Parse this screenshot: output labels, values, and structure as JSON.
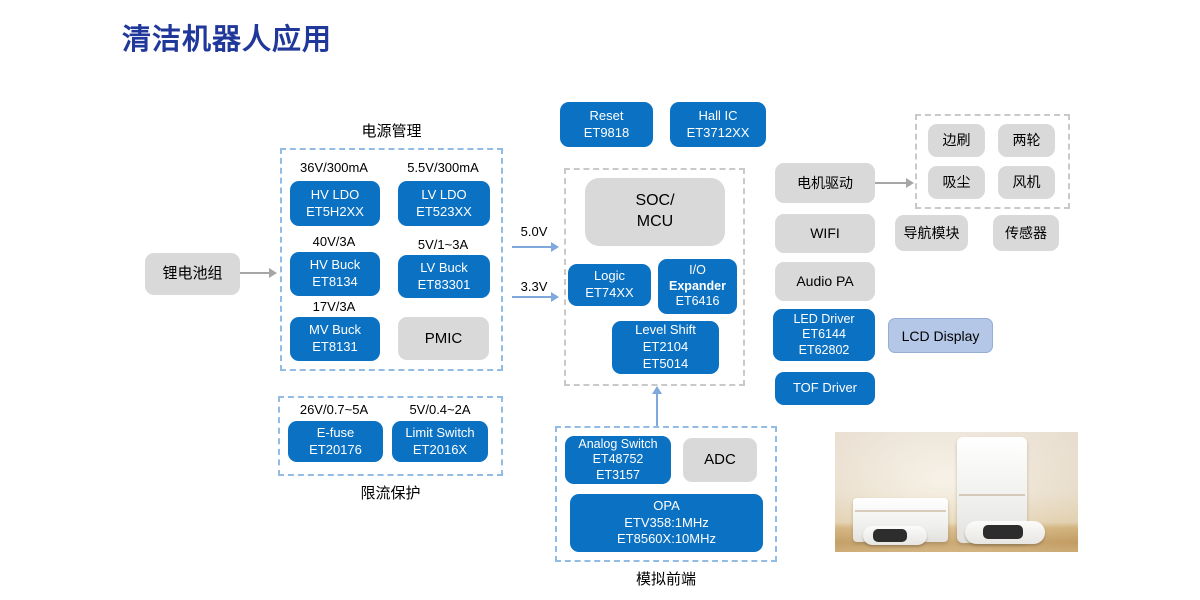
{
  "title": "清洁机器人应用",
  "colors": {
    "chip_blue": "#0B71C2",
    "box_gray": "#D9D9D9",
    "lcd_fill": "#B4C7E7",
    "title_blue": "#21389B",
    "dashed_blue": "#92BCE4",
    "dashed_gray": "#C9C9C9",
    "arrow_gray": "#A6A6A6",
    "arrow_blue": "#7FA8DC"
  },
  "battery": {
    "label": "锂电池组"
  },
  "power_management": {
    "section_label": "电源管理",
    "hv_ldo": {
      "note": "36V/300mA",
      "line1": "HV LDO",
      "line2": "ET5H2XX"
    },
    "lv_ldo": {
      "note": "5.5V/300mA",
      "line1": "LV LDO",
      "line2": "ET523XX"
    },
    "hv_buck": {
      "note": "40V/3A",
      "line1": "HV Buck",
      "line2": "ET8134"
    },
    "lv_buck": {
      "note": "5V/1~3A",
      "line1": "LV Buck",
      "line2": "ET83301"
    },
    "mv_buck": {
      "note": "17V/3A",
      "line1": "MV Buck",
      "line2": "ET8131"
    },
    "pmic": {
      "label": "PMIC"
    }
  },
  "current_limit": {
    "section_label": "限流保护",
    "efuse": {
      "note": "26V/0.7~5A",
      "line1": "E-fuse",
      "line2": "ET20176"
    },
    "lswitch": {
      "note": "5V/0.4~2A",
      "line1": "Limit Switch",
      "line2": "ET2016X"
    }
  },
  "rails": {
    "rail1": "5.0V",
    "rail2": "3.3V"
  },
  "top_chips": {
    "reset": {
      "line1": "Reset",
      "line2": "ET9818"
    },
    "hall_ic": {
      "line1": "Hall IC",
      "line2": "ET3712XX"
    }
  },
  "soc_cluster": {
    "soc": {
      "line1": "SOC/",
      "line2": "MCU"
    },
    "logic": {
      "line1": "Logic",
      "line2": "ET74XX"
    },
    "io_expander": {
      "line1": "I/O",
      "line2": "Expander",
      "line3": "ET6416"
    },
    "level_shift": {
      "line1": "Level Shift",
      "line2": "ET2104",
      "line3": "ET5014"
    }
  },
  "analog_front_end": {
    "section_label": "模拟前端",
    "analog_switch": {
      "line1": "Analog Switch",
      "line2": "ET48752",
      "line3": "ET3157"
    },
    "adc": {
      "label": "ADC"
    },
    "opa": {
      "line1": "OPA",
      "line2": "ETV358:1MHz",
      "line3": "ET8560X:10MHz"
    }
  },
  "peripherals": {
    "motor_drive": "电机驱动",
    "wifi": "WIFI",
    "audio_pa": "Audio PA",
    "led_driver": {
      "line1": "LED Driver",
      "line2": "ET6144",
      "line3": "ET62802"
    },
    "tof_driver": "TOF Driver",
    "lcd_display": "LCD Display"
  },
  "motor_loads": {
    "side_brush": "边刷",
    "two_wheels": "两轮",
    "vacuum": "吸尘",
    "fan": "风机"
  },
  "modules": {
    "navigation": "导航模块",
    "sensor": "传感器"
  }
}
